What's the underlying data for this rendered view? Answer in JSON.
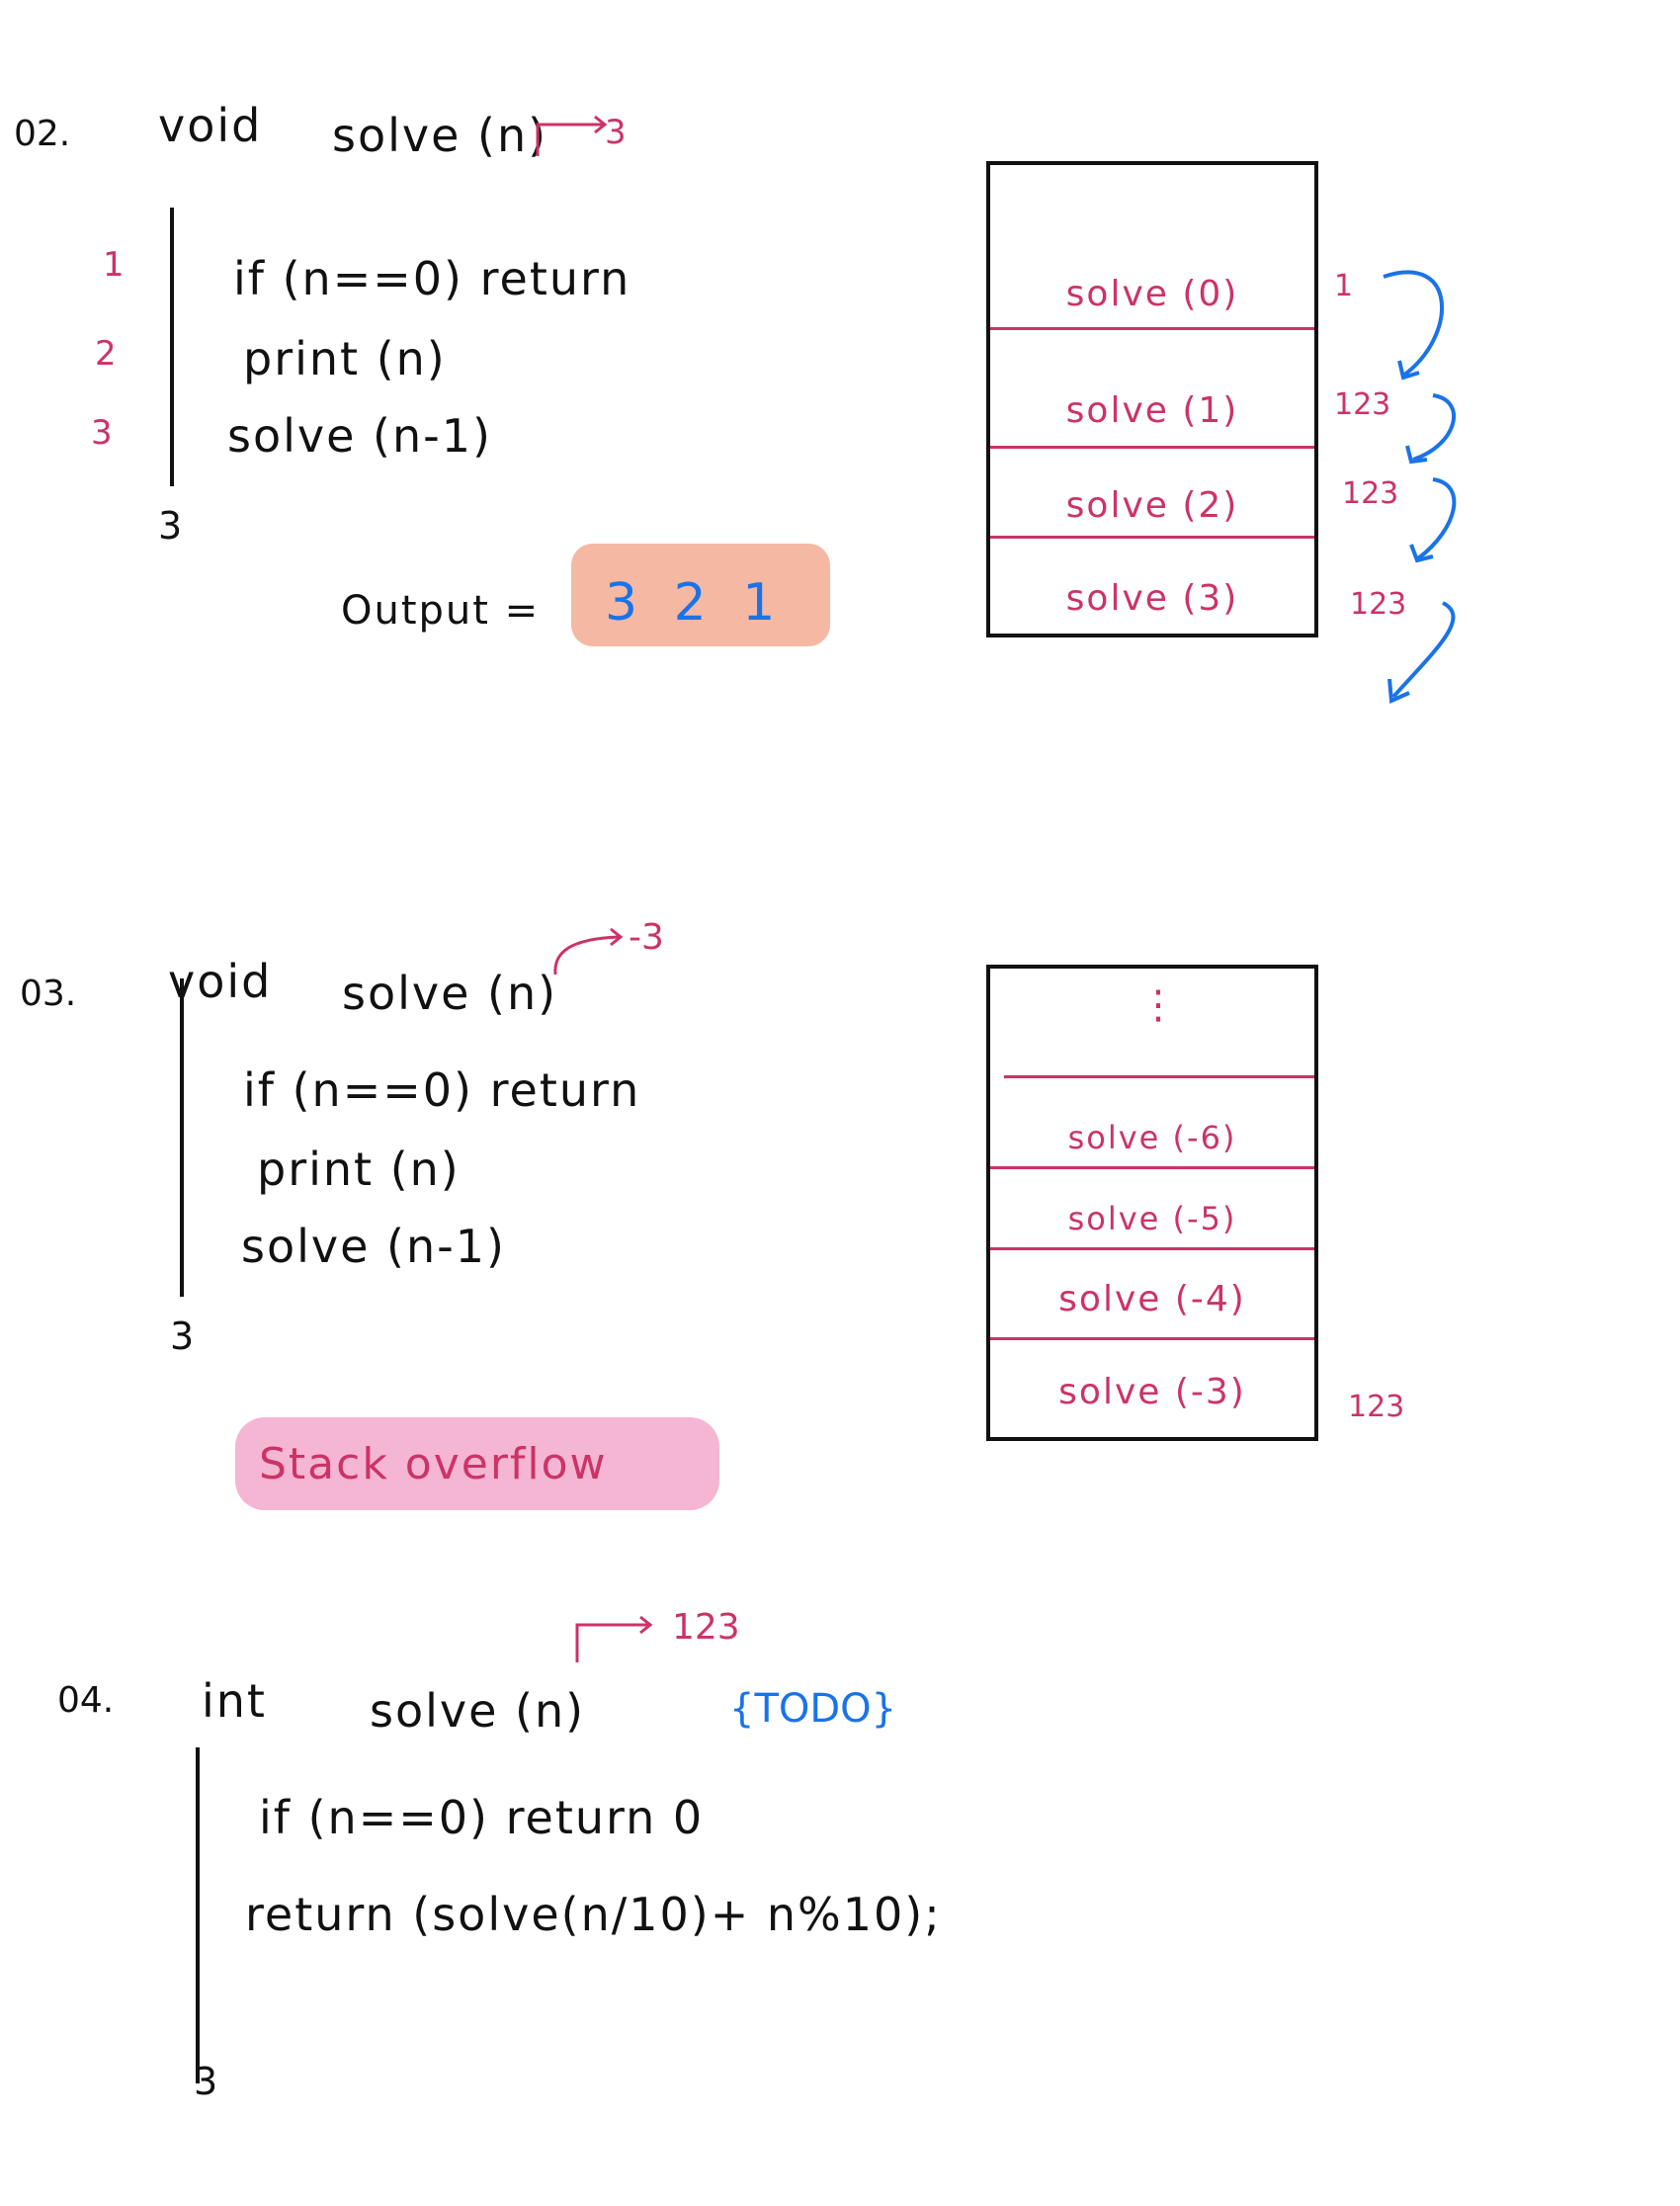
{
  "q2": {
    "number": "02.",
    "signature": "void solve (n)",
    "arg_annotation": "3",
    "lines": [
      "if (n==0) return",
      "print (n)",
      "solve (n-1)"
    ],
    "line_numbers": [
      "1",
      "2",
      "3"
    ],
    "close": "3",
    "output_label": "Output =",
    "output_value": "3 2 1",
    "stack_frames": [
      "solve (0)",
      "solve (1)",
      "solve (2)",
      "solve (3)"
    ],
    "stack_annotations": [
      "1",
      "123",
      "123",
      "123"
    ]
  },
  "q3": {
    "number": "03.",
    "signature": "void solve (n)",
    "arg_annotation": "-3",
    "lines": [
      "if (n==0) return",
      "print (n)",
      "solve (n-1)"
    ],
    "close": "3",
    "result": "Stack overflow",
    "stack_top": "⋮",
    "stack_frames": [
      "solve (-6)",
      "solve (-5)",
      "solve (-4)",
      "solve (-3)"
    ],
    "stack_annotation": "123"
  },
  "q4": {
    "number": "04.",
    "return_type": "int",
    "signature": "solve (n)",
    "arg_annotation": "123",
    "todo": "{TODO}",
    "line1": "if (n==0) return 0",
    "line2": "return (solve(n/10)+ n%10);",
    "close": "3"
  },
  "colors": {
    "ink": "#111111",
    "pink": "#cc3366",
    "blue": "#1a73e8",
    "output_highlight": "#f5b8a3",
    "overflow_highlight": "#f5b6d3"
  }
}
